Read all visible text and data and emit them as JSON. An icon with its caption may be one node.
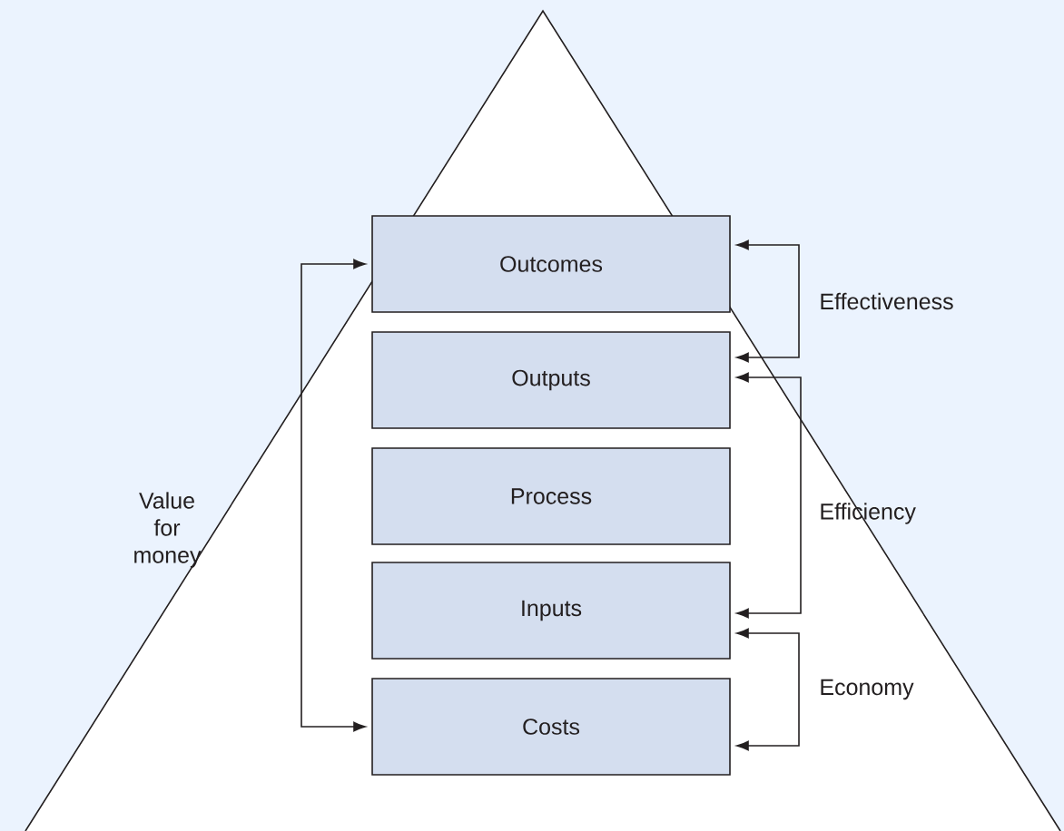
{
  "diagram": {
    "nodes": [
      {
        "text": [
          "Outcomes"
        ]
      },
      {
        "text": [
          "Outputs"
        ]
      },
      {
        "text": [
          "Process"
        ]
      },
      {
        "text": [
          "Inputs"
        ]
      },
      {
        "text": [
          "Costs"
        ]
      }
    ],
    "edges": [
      {
        "from": 0,
        "to": 4,
        "arrow": "both",
        "label": "Value for money"
      },
      {
        "from": 0,
        "to": 1,
        "arrow": "both",
        "label": "Effectiveness"
      },
      {
        "from": 1,
        "to": 3,
        "arrow": "both",
        "label": "Efficiency"
      },
      {
        "from": 3,
        "to": 4,
        "arrow": "both",
        "label": "Economy"
      }
    ]
  }
}
